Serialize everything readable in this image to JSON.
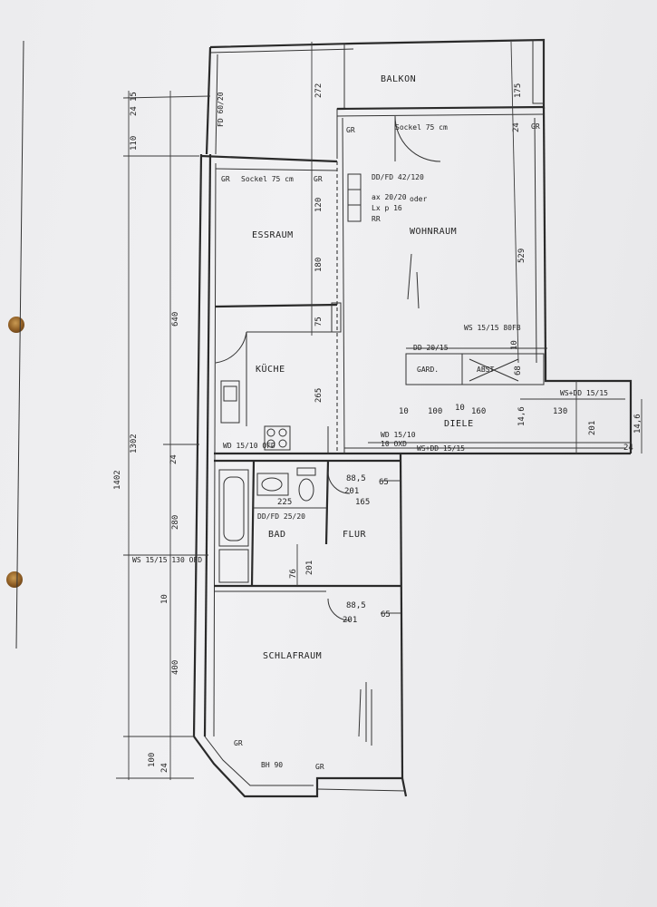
{
  "rooms": {
    "balkon": "BALKON",
    "essraum": "ESSRAUM",
    "wohnraum": "WOHNRAUM",
    "kueche": "KÜCHE",
    "diele": "DIELE",
    "gard": "GARD.",
    "abst": "ABST",
    "bad": "BAD",
    "flur": "FLUR",
    "schlafraum": "SCHLAFRAUM"
  },
  "notes": {
    "fd_60_20": "FD 60/20",
    "sockel_balkon": "Sockel 75 cm",
    "sockel_ess": "Sockel 75 cm",
    "gr_1": "GR",
    "gr_2": "GR",
    "gr_3": "GR",
    "gr_4": "GR",
    "gr_5": "GR",
    "gr_6": "GR",
    "dd_fd": "DD/FD 42/120",
    "ax": "ax 20/20",
    "oder": "oder",
    "lx": "Lx p 16",
    "rr": "RR",
    "ws_wohn": "WS 15/15 80FB",
    "dd_20_15": "DD 20/15",
    "ws_dd_15_15": "WS+DD 15/15",
    "wd_15_10": "WD 15/10",
    "fd_10_oxd": "10 OXD",
    "wd_kueche": "WD 15/10 OFD",
    "ws_dd_diele": "WS+DD 15/15",
    "dd_fd_bad": "DD/FD 25/20",
    "ws_bad": "WS 15/15 130 OFD",
    "bh_90": "BH 90"
  },
  "dims": {
    "d110": "110",
    "d24a": "24",
    "d15": "15",
    "d272": "272",
    "d175": "175",
    "d24b": "24",
    "d120": "120",
    "d180": "180",
    "d75": "75",
    "d265": "265",
    "d529": "529",
    "d10a": "10",
    "d68": "68",
    "d640": "640",
    "d1302": "1302",
    "d1402": "1402",
    "d280": "280",
    "d400": "400",
    "d100a": "100",
    "d24c": "24",
    "d10b": "10",
    "d100b": "100",
    "d10c": "10",
    "d160": "160",
    "d146a": "14,6",
    "d130": "130",
    "d201a": "201",
    "d146b": "14,6",
    "d24d": "24",
    "d225": "225",
    "d88a": "88,5",
    "d201b": "201",
    "d165": "165",
    "d65a": "65",
    "d76": "76",
    "d201c": "201",
    "d88b": "88,5",
    "d201d": "201",
    "d65b": "65",
    "d24e": "24",
    "d10d": "10"
  }
}
